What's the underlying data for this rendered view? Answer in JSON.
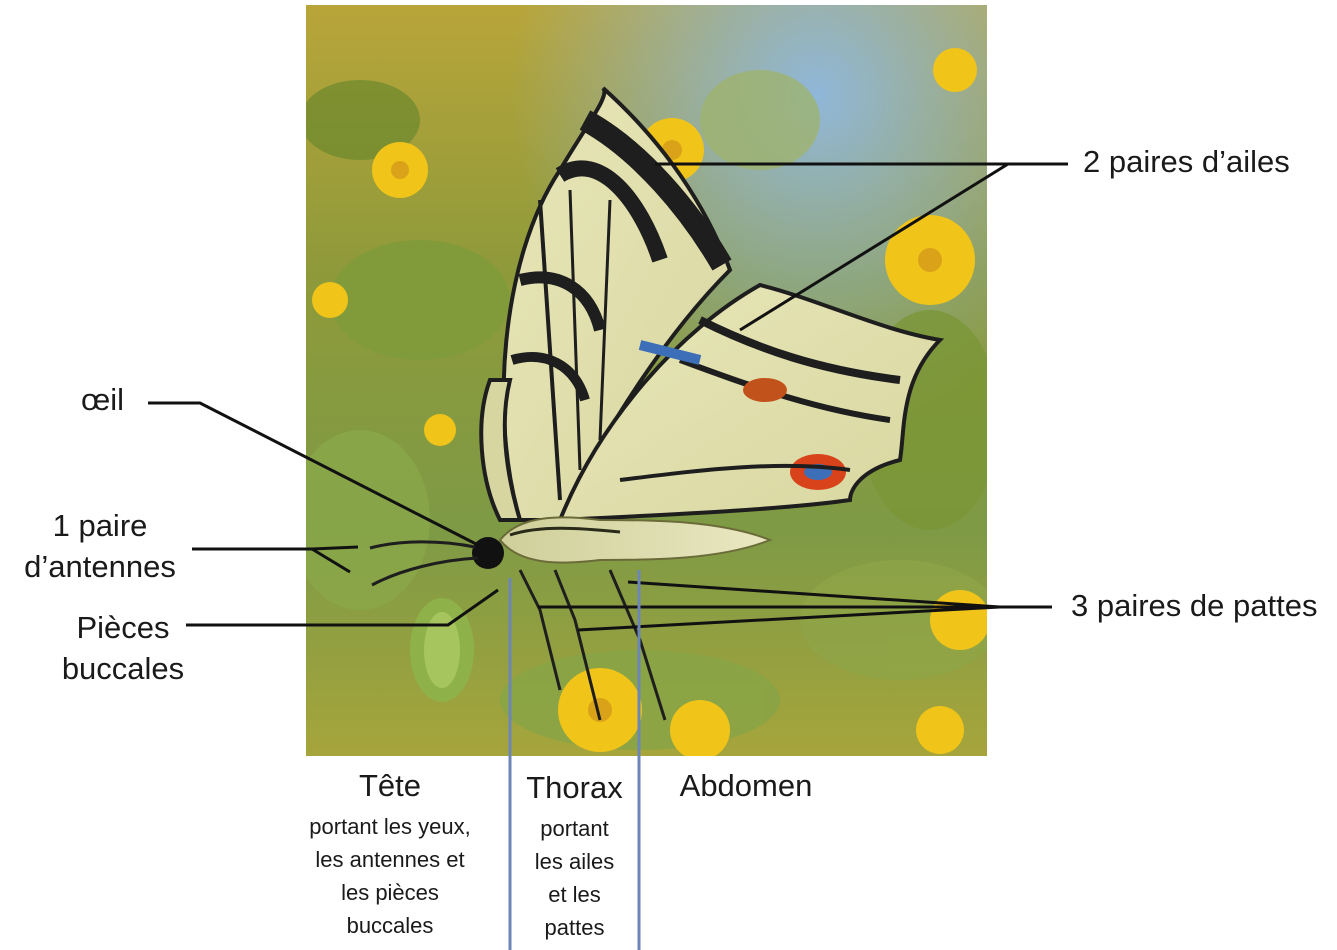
{
  "labels": {
    "wings": "2 paires d’ailes",
    "eye": "œil",
    "antennae_line1": "1 paire",
    "antennae_line2": "d’antennes",
    "mouth_line1": "Pièces",
    "mouth_line2": "buccales",
    "legs": "3 paires de pattes"
  },
  "segments": {
    "head": {
      "title": "Tête",
      "desc": [
        "portant les yeux,",
        "les antennes et",
        "les pièces",
        "buccales"
      ]
    },
    "thorax": {
      "title": "Thorax",
      "desc": [
        "portant",
        "les ailes",
        "et les",
        "pattes"
      ]
    },
    "abdomen": {
      "title": "Abdomen"
    }
  },
  "colors": {
    "leader_line": "#111111",
    "divider_line": "#6d86b8",
    "text": "#1a1a1a"
  },
  "photo_subject": "swallowtail butterfly on yellow flowers"
}
